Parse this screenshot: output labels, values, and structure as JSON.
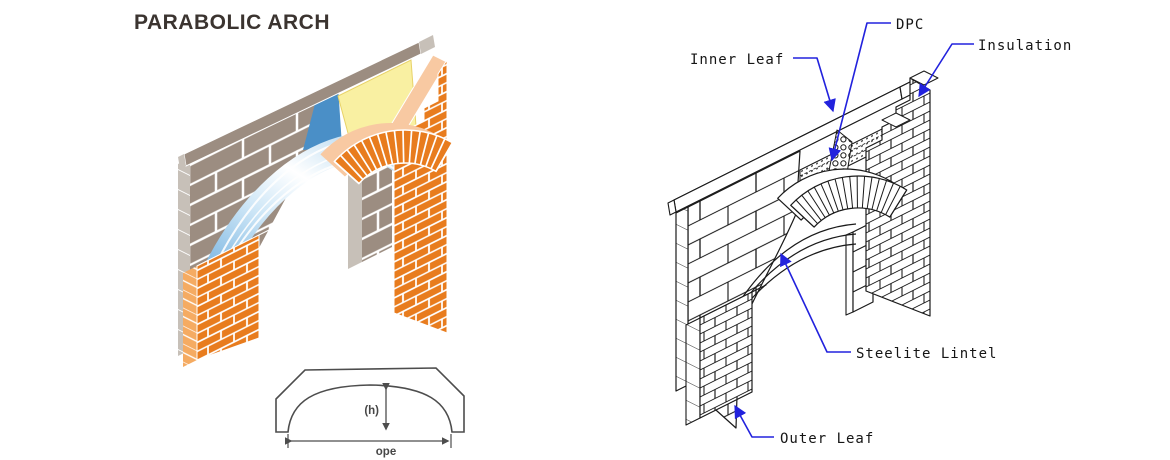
{
  "left_figure": {
    "title": "PARABOLIC ARCH",
    "dim_height_label": "(h)",
    "dim_opening_label": "ope"
  },
  "right_figure": {
    "labels": {
      "inner_leaf": "Inner Leaf",
      "dpc": "DPC",
      "insulation": "Insulation",
      "steelite_lintel": "Steelite Lintel",
      "outer_leaf": "Outer Leaf"
    }
  },
  "palette": {
    "brick_face": "#e87c1e",
    "brick_top": "#f8c9a2",
    "brick_side": "#f5ab62",
    "block_face": "#9c8d81",
    "block_top": "#d9d3cc",
    "block_end": "#c7c0b8",
    "insulation_yellow": "#f9f0a2",
    "dpc_blue": "#4a8fc7",
    "lintel_blue": "#a5cfec",
    "leader_blue": "#2222dd",
    "line_black": "#1a1a1a",
    "dim_gray": "#4d4d4d"
  }
}
